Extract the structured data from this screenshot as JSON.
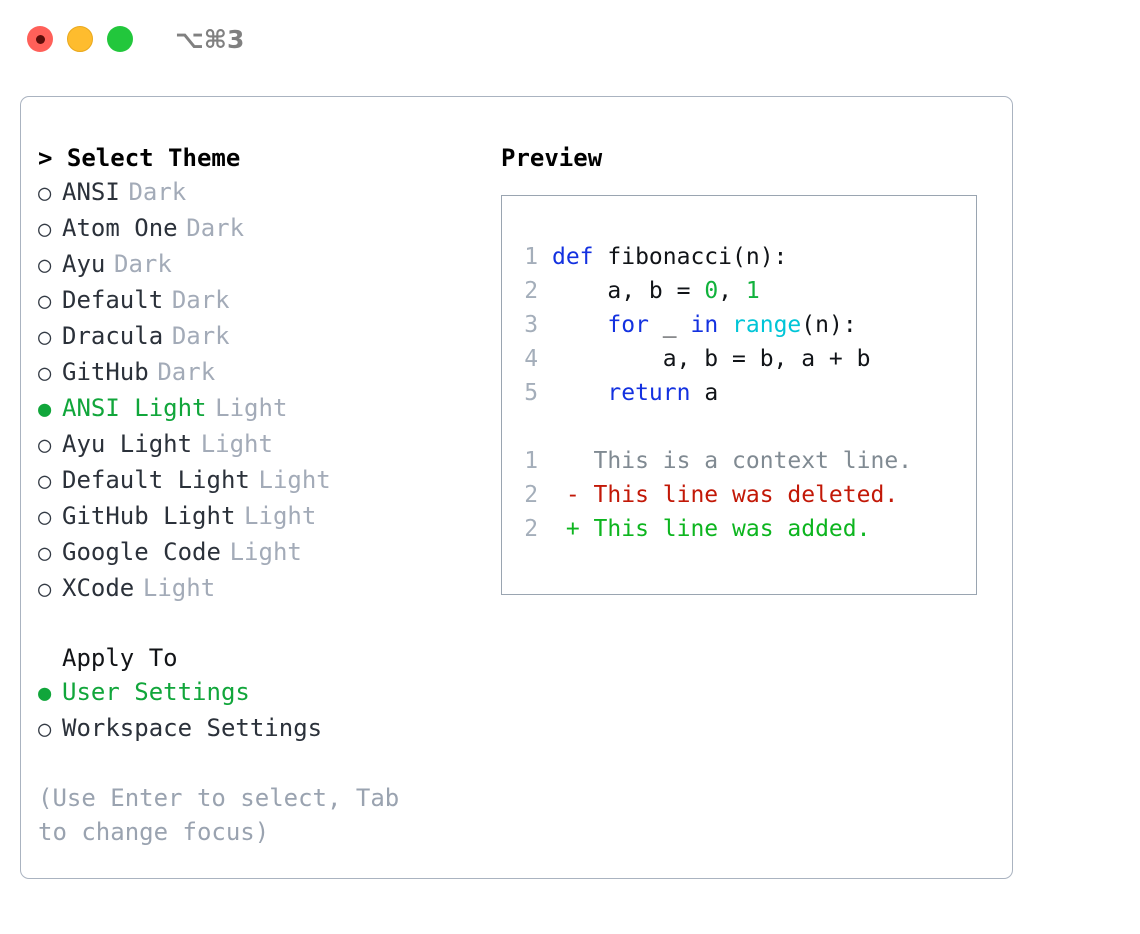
{
  "titlebar": {
    "shortcut": "⌥⌘3",
    "buttons": [
      {
        "name": "close",
        "color": "#ff6059"
      },
      {
        "name": "minimize",
        "color": "#febc2e"
      },
      {
        "name": "zoom",
        "color": "#22c73c"
      }
    ]
  },
  "theme_section": {
    "heading": "> Select Theme",
    "selected_marker": "●",
    "unselected_marker": "○",
    "items": [
      {
        "label": "ANSI",
        "suffix": "Dark",
        "selected": false
      },
      {
        "label": "Atom One",
        "suffix": "Dark",
        "selected": false
      },
      {
        "label": "Ayu",
        "suffix": "Dark",
        "selected": false
      },
      {
        "label": "Default",
        "suffix": "Dark",
        "selected": false
      },
      {
        "label": "Dracula",
        "suffix": "Dark",
        "selected": false
      },
      {
        "label": "GitHub",
        "suffix": "Dark",
        "selected": false
      },
      {
        "label": "ANSI Light",
        "suffix": "Light",
        "selected": true
      },
      {
        "label": "Ayu Light",
        "suffix": "Light",
        "selected": false
      },
      {
        "label": "Default Light",
        "suffix": "Light",
        "selected": false
      },
      {
        "label": "GitHub Light",
        "suffix": "Light",
        "selected": false
      },
      {
        "label": "Google Code",
        "suffix": "Light",
        "selected": false
      },
      {
        "label": "XCode",
        "suffix": "Light",
        "selected": false
      }
    ]
  },
  "apply_to": {
    "heading": "Apply To",
    "items": [
      {
        "label": "User Settings",
        "selected": true
      },
      {
        "label": "Workspace Settings",
        "selected": false
      }
    ]
  },
  "hint": "(Use Enter to select, Tab to change focus)",
  "preview": {
    "title": "Preview",
    "code_lines": [
      {
        "num": "1",
        "tokens": [
          {
            "t": "def",
            "c": "kw"
          },
          {
            "t": " fibonacci(n):",
            "c": "plain"
          }
        ]
      },
      {
        "num": "2",
        "tokens": [
          {
            "t": "    a, b = ",
            "c": "plain"
          },
          {
            "t": "0",
            "c": "num"
          },
          {
            "t": ", ",
            "c": "plain"
          },
          {
            "t": "1",
            "c": "num"
          }
        ]
      },
      {
        "num": "3",
        "tokens": [
          {
            "t": "    ",
            "c": "plain"
          },
          {
            "t": "for",
            "c": "kw"
          },
          {
            "t": " _ ",
            "c": "plain"
          },
          {
            "t": "in",
            "c": "kw"
          },
          {
            "t": " ",
            "c": "plain"
          },
          {
            "t": "range",
            "c": "fn"
          },
          {
            "t": "(n):",
            "c": "plain"
          }
        ]
      },
      {
        "num": "4",
        "tokens": [
          {
            "t": "        a, b = b, a + b",
            "c": "plain"
          }
        ]
      },
      {
        "num": "5",
        "tokens": [
          {
            "t": "    ",
            "c": "plain"
          },
          {
            "t": "return",
            "c": "kw"
          },
          {
            "t": " a",
            "c": "plain"
          }
        ]
      }
    ],
    "diff_lines": [
      {
        "num": "1",
        "prefix": "  ",
        "text": "This is a context line.",
        "kind": "ctx"
      },
      {
        "num": "2",
        "prefix": "- ",
        "text": "This line was deleted.",
        "kind": "del"
      },
      {
        "num": "2",
        "prefix": "+ ",
        "text": "This line was added.",
        "kind": "add"
      }
    ]
  },
  "colors": {
    "accent_green": "#11a63b",
    "muted": "#a3abb8",
    "border": "#aab3c0",
    "keyword": "#1331e0",
    "number": "#11b23c",
    "function": "#00c5d7",
    "diff_delete": "#c21807",
    "diff_add": "#0db51f"
  }
}
